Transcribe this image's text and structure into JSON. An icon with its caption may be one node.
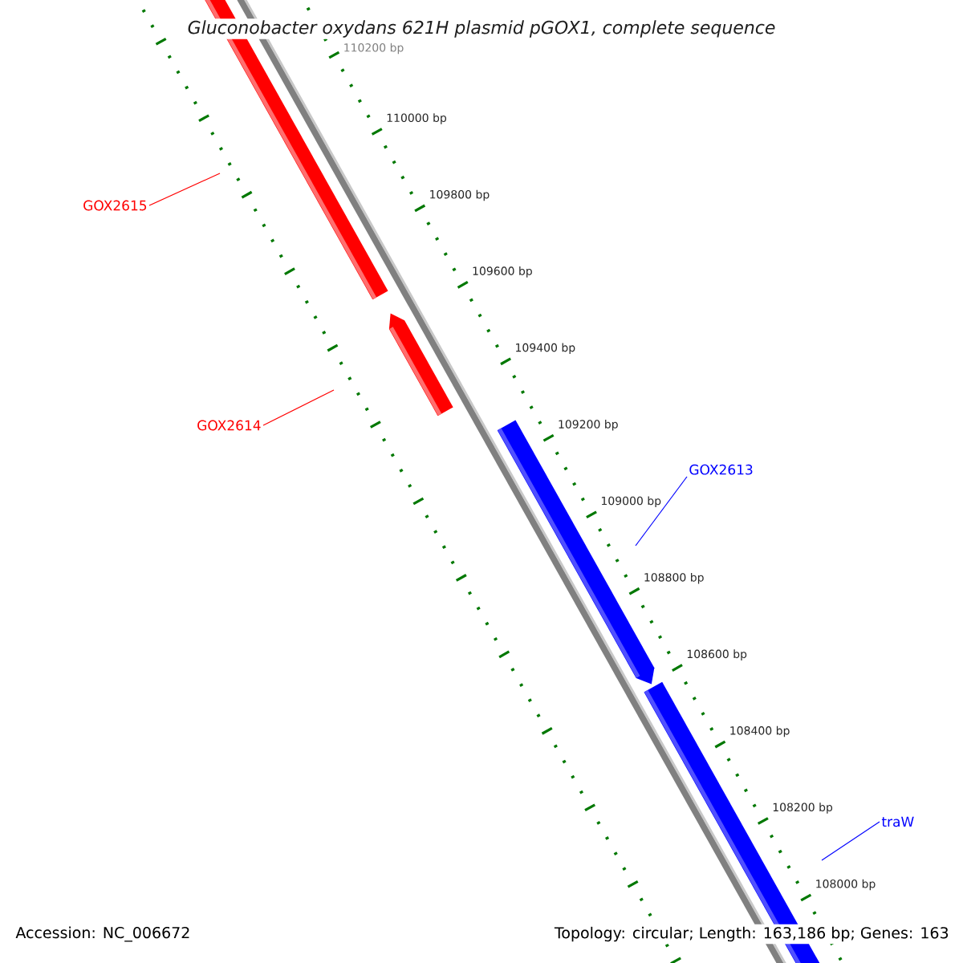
{
  "diagram": {
    "title": "Gluconobacter oxydans 621H plasmid pGOX1, complete sequence",
    "nodes": [
      {
        "text": [
          "GOX2615"
        ]
      },
      {
        "text": [
          "GOX2614"
        ]
      },
      {
        "text": [
          "GOX2613"
        ]
      },
      {
        "text": [
          "traW"
        ]
      }
    ],
    "edges": [
      {
        "from": 0,
        "to": null,
        "arrow": "none",
        "color": "#ff0000"
      },
      {
        "from": 1,
        "to": null,
        "arrow": "none",
        "color": "#ff0000"
      },
      {
        "from": 2,
        "to": null,
        "arrow": "none",
        "color": "#0000ff"
      },
      {
        "from": 3,
        "to": null,
        "arrow": "none",
        "color": "#0000ff"
      }
    ],
    "labels": [
      "110200 bp",
      "110000 bp",
      "109800 bp",
      "109600 bp",
      "109400 bp",
      "109200 bp",
      "109000 bp",
      "108800 bp",
      "108600 bp",
      "108400 bp",
      "108200 bp",
      "108000 bp",
      "Accession: NC_006672",
      "Topology: circular; Length: 163,186 bp; Genes: 163"
    ]
  }
}
